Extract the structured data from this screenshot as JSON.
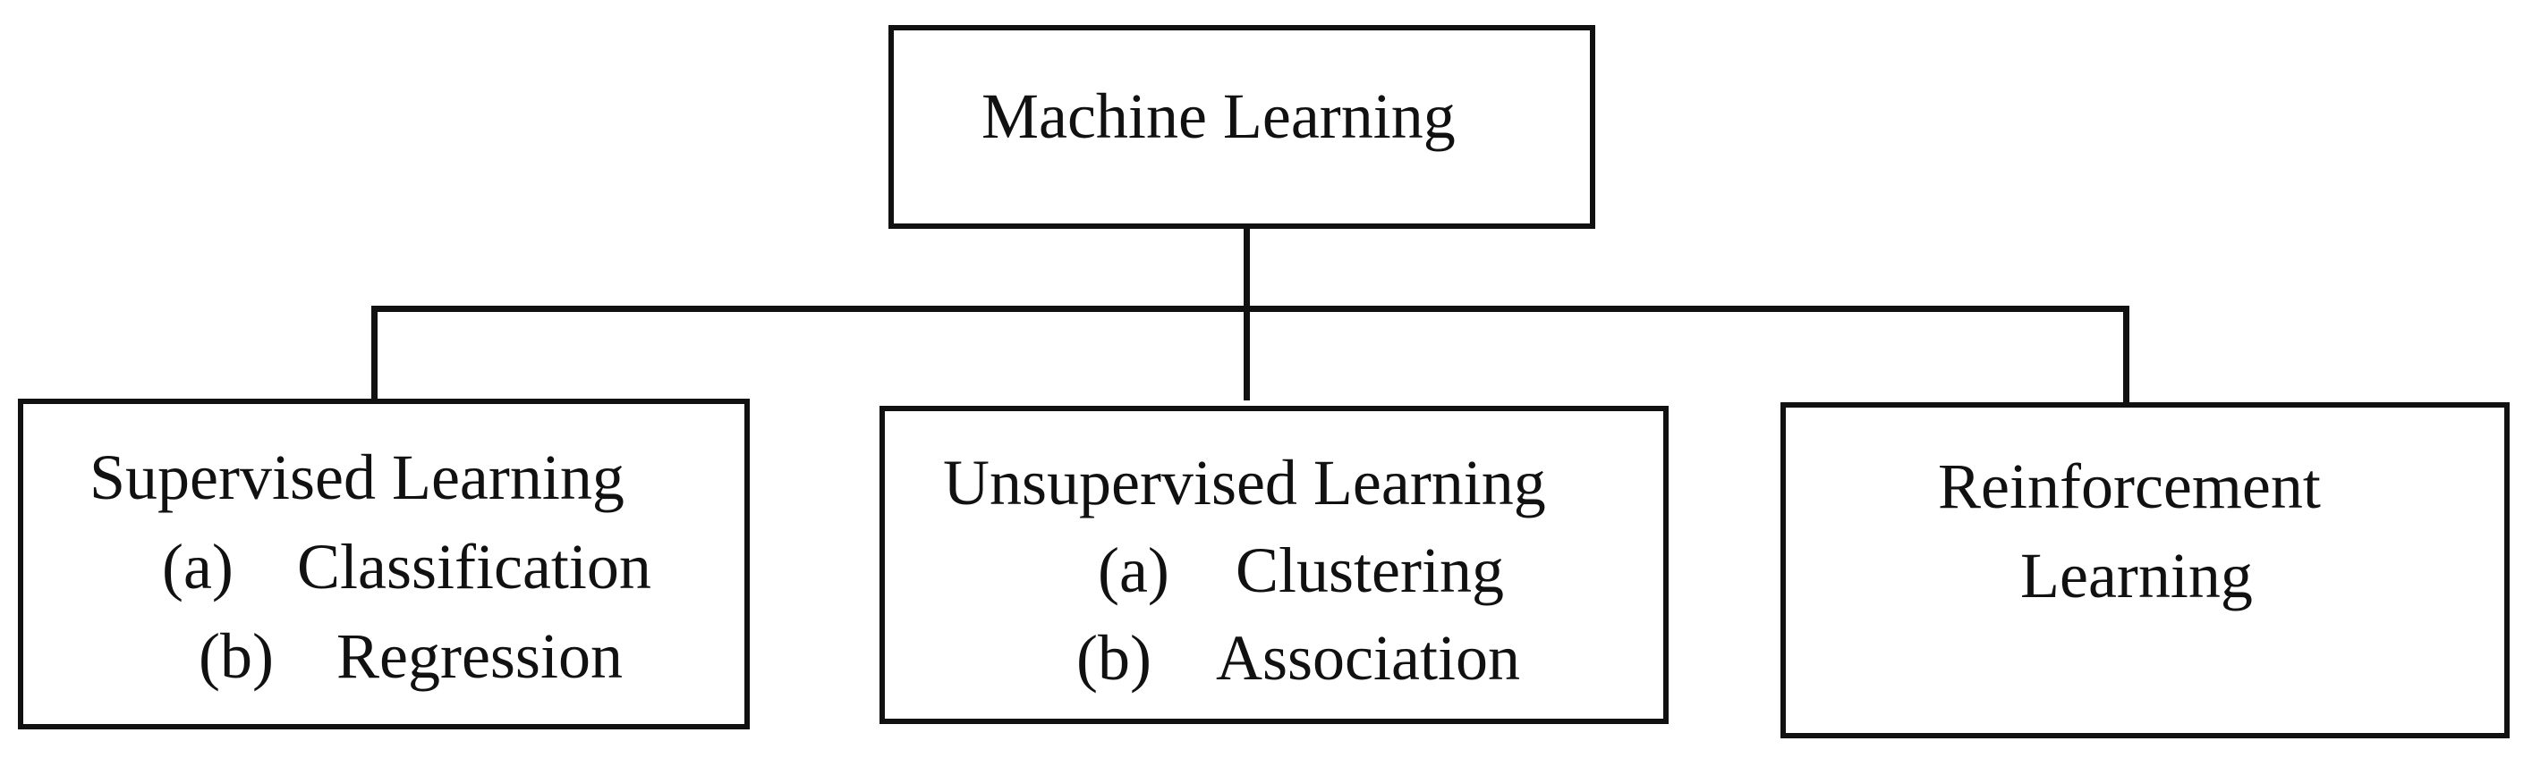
{
  "diagram": {
    "root": {
      "label": "Machine Learning"
    },
    "children": [
      {
        "title": "Supervised Learning",
        "items": [
          {
            "marker": "(a)",
            "label": "Classification"
          },
          {
            "marker": "(b)",
            "label": "Regression"
          }
        ]
      },
      {
        "title": "Unsupervised Learning",
        "items": [
          {
            "marker": "(a)",
            "label": "Clustering"
          },
          {
            "marker": "(b)",
            "label": "Association"
          }
        ]
      },
      {
        "title_lines": [
          "Reinforcement",
          "Learning"
        ]
      }
    ]
  }
}
